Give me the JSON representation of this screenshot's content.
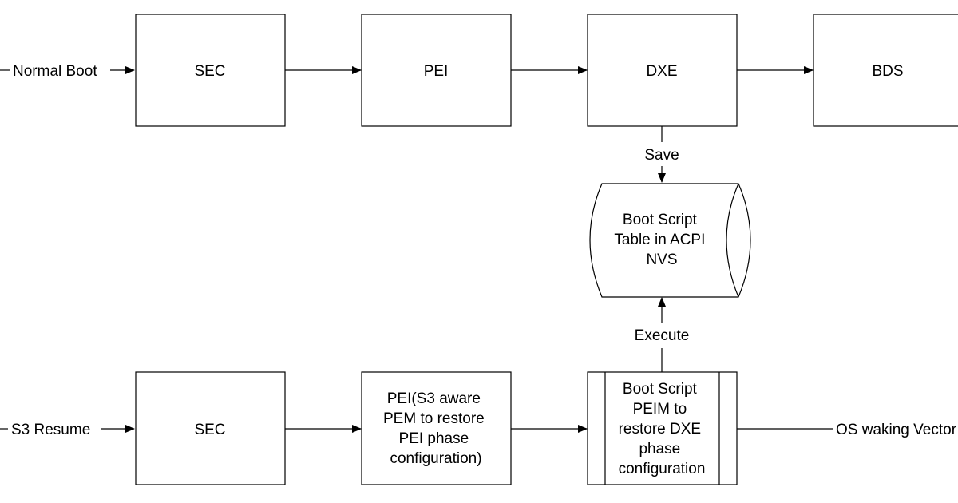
{
  "normal_boot": {
    "entry_label": "Normal Boot",
    "sec": "SEC",
    "pei": "PEI",
    "dxe": "DXE",
    "bds": "BDS"
  },
  "storage": {
    "save_label": "Save",
    "table_lines": [
      "Boot Script",
      "Table in ACPI",
      "NVS"
    ],
    "execute_label": "Execute"
  },
  "s3_resume": {
    "entry_label": "S3 Resume",
    "sec": "SEC",
    "pei_lines": [
      "PEI(S3 aware",
      "PEM to restore",
      "PEI phase",
      "configuration)"
    ],
    "peim_lines": [
      "Boot Script",
      "PEIM to",
      "restore DXE",
      "phase",
      "configuration"
    ],
    "exit_label": "OS waking Vector"
  }
}
